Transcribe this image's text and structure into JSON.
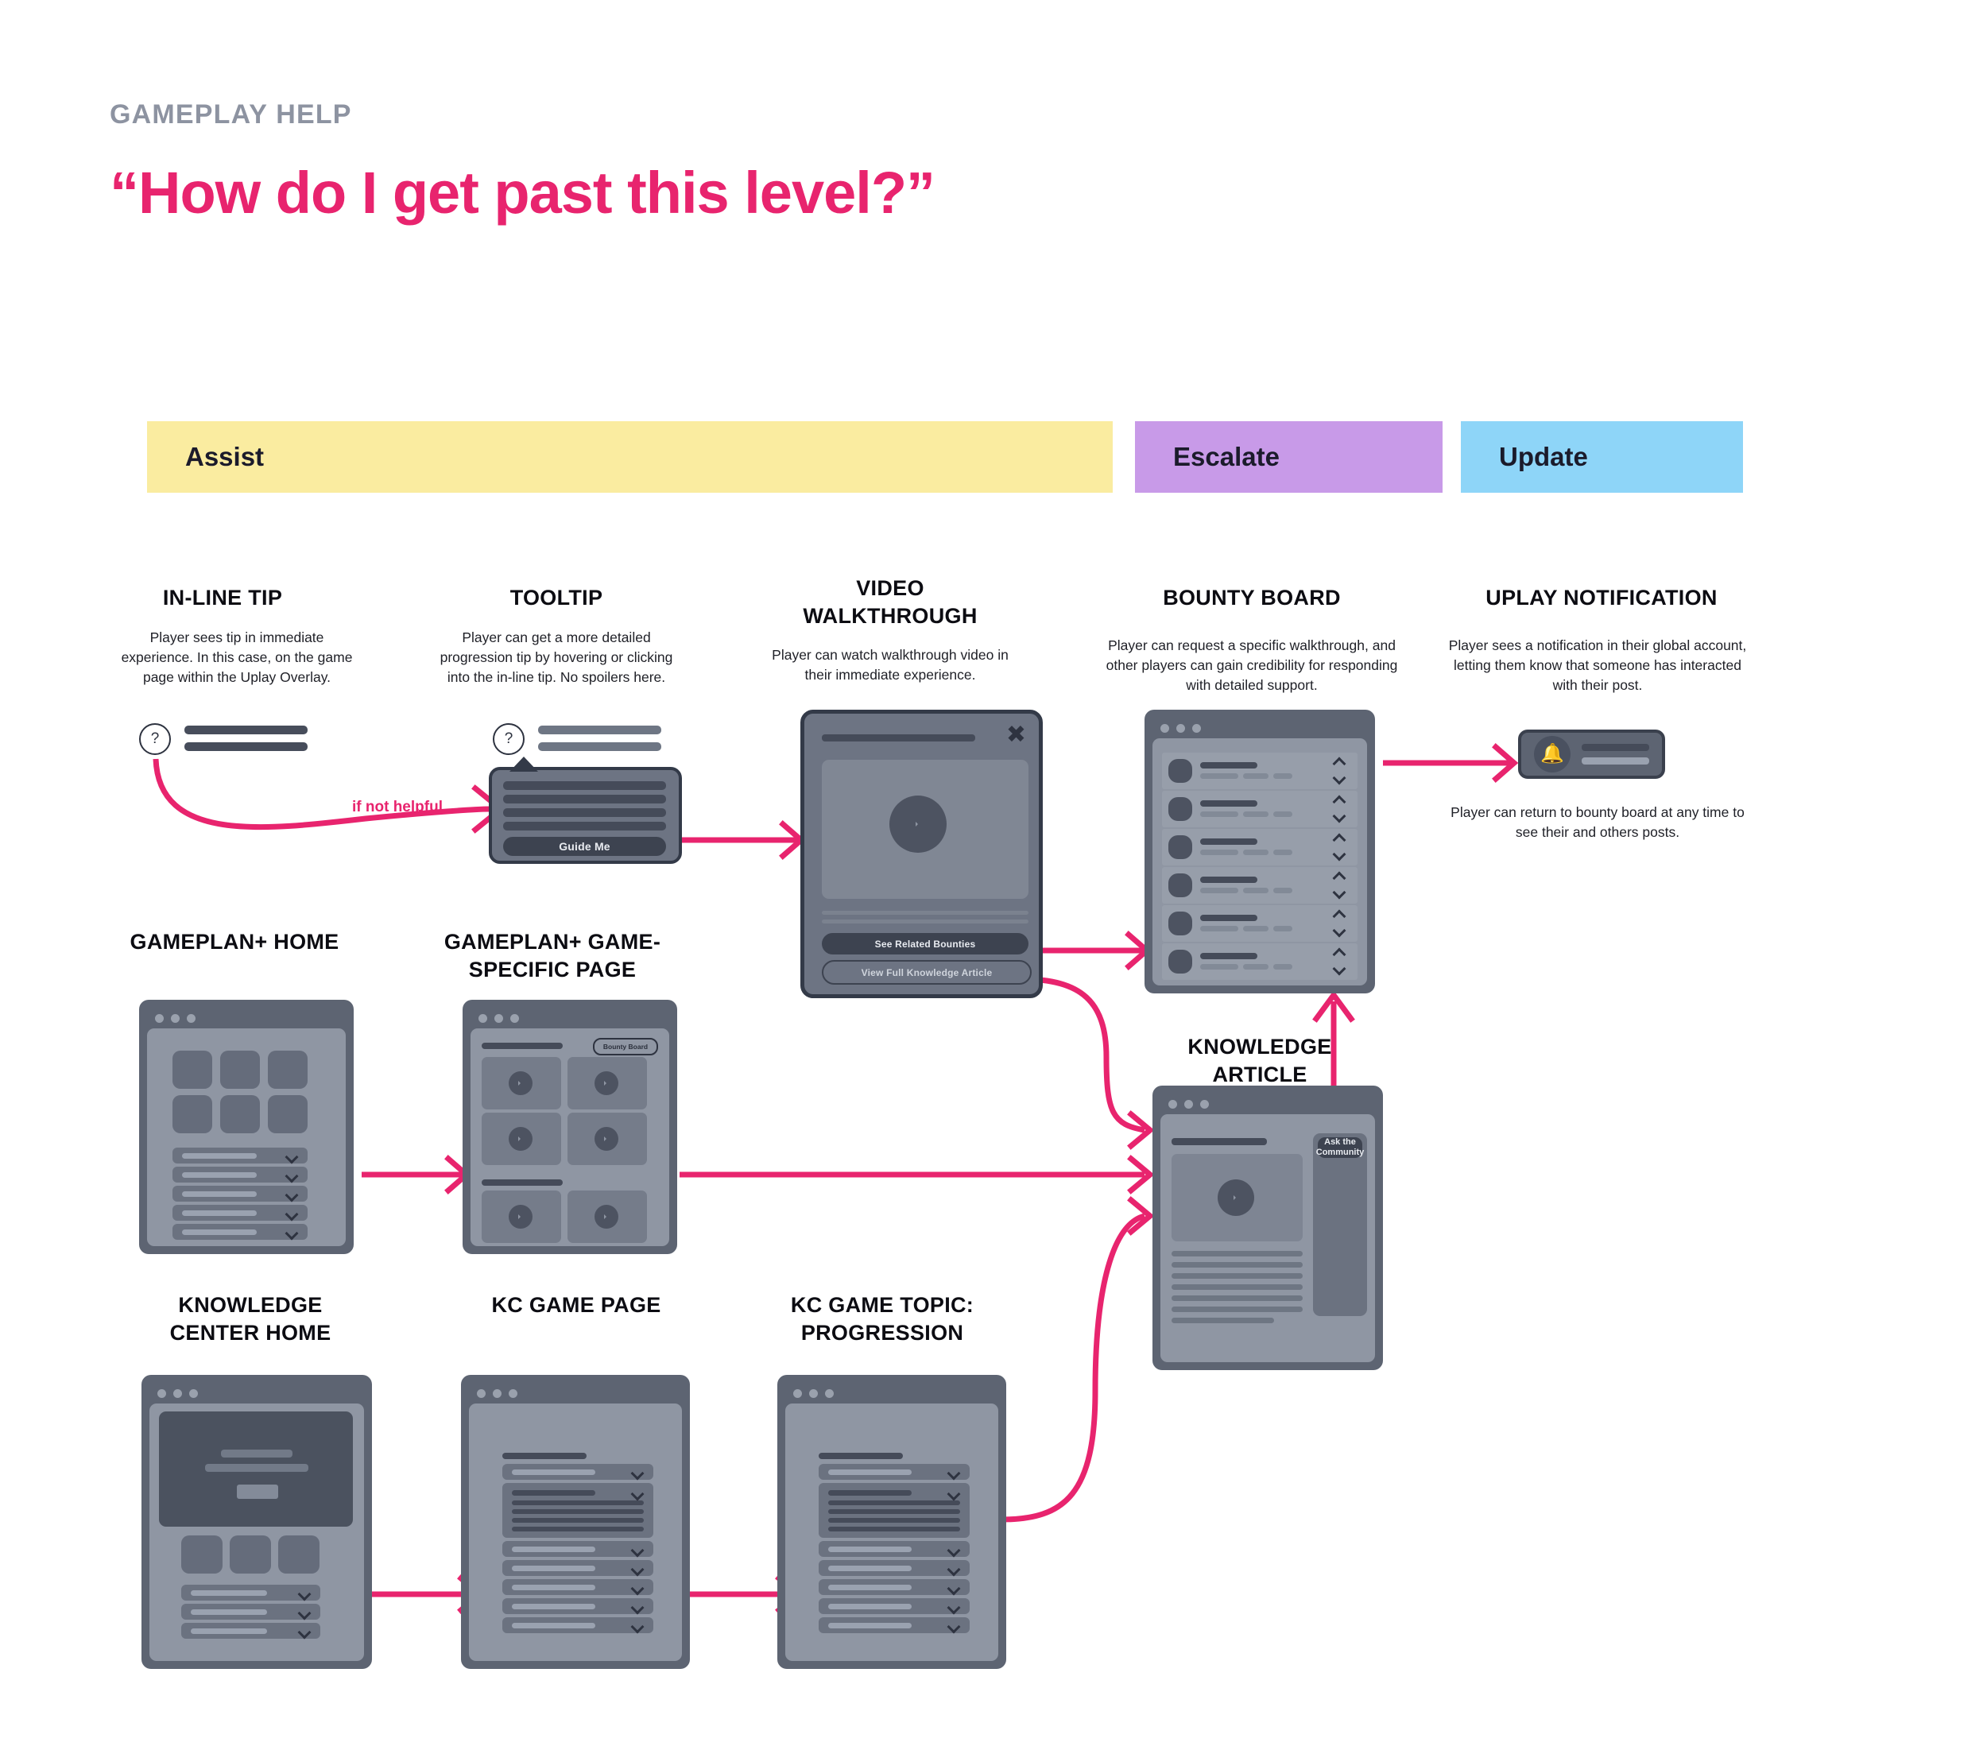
{
  "header": {
    "eyebrow": "GAMEPLAY HELP",
    "headline": "“How do I get past this level?”"
  },
  "phases": [
    {
      "label": "Assist",
      "color": "#faeca0"
    },
    {
      "label": "Escalate",
      "color": "#c89ae8"
    },
    {
      "label": "Update",
      "color": "#8ed5f8"
    }
  ],
  "nodes": {
    "inline_tip": {
      "title": "IN-LINE TIP",
      "caption": "Player sees tip in immediate experience. In this case, on the game page within the Uplay Overlay.",
      "help_glyph": "?"
    },
    "tooltip": {
      "title": "TOOLTIP",
      "caption": "Player can get a more detailed progression tip by hovering or clicking into the in-line tip. No spoilers here.",
      "help_glyph": "?",
      "button": "Guide Me"
    },
    "video_walkthrough": {
      "title": "VIDEO WALKTHROUGH",
      "caption": "Player can watch walkthrough video in their immediate experience.",
      "close_glyph": "✖",
      "primary_button": "See Related Bounties",
      "secondary_button": "View Full Knowledge Article"
    },
    "bounty_board": {
      "title": "BOUNTY BOARD",
      "caption": "Player can request a specific walkthrough, and other players can gain credibility for responding with detailed support.",
      "row_count": 6
    },
    "uplay_notification": {
      "title": "UPLAY NOTIFICATION",
      "caption": "Player sees a notification in their global account, letting them know that someone has interacted with their post.",
      "footnote": "Player can return to bounty board at any time to see their and others posts.",
      "bell_glyph": "🔔"
    },
    "gameplan_home": {
      "title": "GAMEPLAN+ HOME"
    },
    "gameplan_game_page": {
      "title": "GAMEPLAN+ GAME-SPECIFIC PAGE",
      "badge": "Bounty Board"
    },
    "knowledge_article": {
      "title": "KNOWLEDGE ARTICLE",
      "side_button": "Ask the Community"
    },
    "kc_home": {
      "title": "KNOWLEDGE CENTER HOME"
    },
    "kc_game_page": {
      "title": "KC GAME PAGE"
    },
    "kc_game_topic": {
      "title": "KC GAME TOPIC: PROGRESSION"
    }
  },
  "edges": {
    "if_not_helpful": "if not helpful"
  },
  "colors": {
    "accent": "#e8246e",
    "eyebrow": "#8d93a1",
    "wire_frame": "#5d6472",
    "wire_screen": "#8f96a3",
    "wire_tile": "#656c7b"
  }
}
